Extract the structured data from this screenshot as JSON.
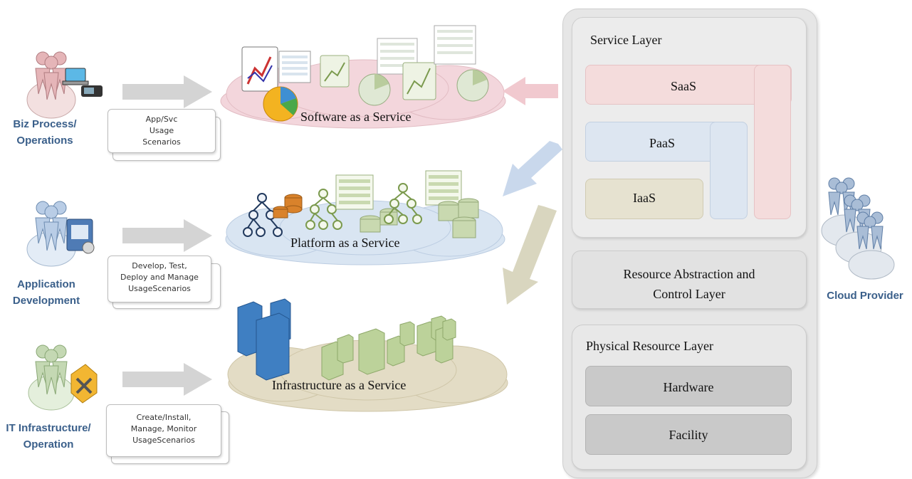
{
  "roles": {
    "biz": {
      "line1": "Biz Process/",
      "line2": "Operations"
    },
    "dev": {
      "line1": "Application",
      "line2": "Development"
    },
    "it": {
      "line1": "IT Infrastructure/",
      "line2": "Operation"
    },
    "provider": {
      "line1": "Cloud Provider"
    }
  },
  "notes": {
    "biz": [
      "App/Svc",
      "Usage",
      "Scenarios"
    ],
    "dev": [
      "Develop, Test,",
      "Deploy and Manage",
      "UsageScenarios"
    ],
    "it": [
      "Create/Install,",
      "Manage, Monitor",
      "UsageScenarios"
    ]
  },
  "clouds": {
    "saas": "Software as a Service",
    "paas": "Platform as a Service",
    "iaas": "Infrastructure as a Service"
  },
  "provider_stack": {
    "service_layer": {
      "title": "Service Layer",
      "saas": "SaaS",
      "paas": "PaaS",
      "iaas": "IaaS"
    },
    "resource_abstraction": {
      "line1": "Resource Abstraction and",
      "line2": "Control Layer"
    },
    "physical": {
      "title": "Physical Resource Layer",
      "hardware": "Hardware",
      "facility": "Facility"
    }
  },
  "colors": {
    "saas": "#f4dcdc",
    "paas": "#dde6f1",
    "iaas": "#e6e2d0",
    "role_text": "#3a5f8a",
    "arrow_gray": "#d4d4d4"
  }
}
